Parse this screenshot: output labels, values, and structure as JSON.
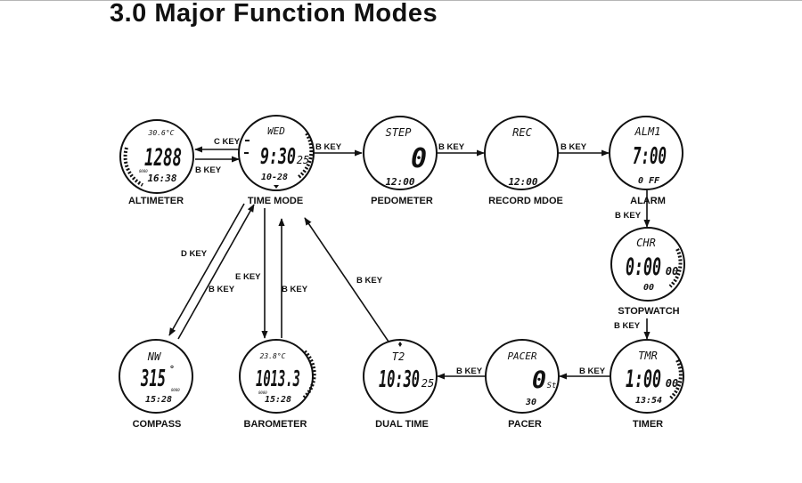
{
  "title": "3.0 Major Function Modes",
  "modes": {
    "altimeter": {
      "label": "ALTIMETER",
      "top": "30.6°C",
      "main": "1288",
      "bottom": "16:38",
      "tag": "0000"
    },
    "time_mode": {
      "label": "TIME MODE",
      "top": "WED",
      "main": "9:30",
      "sec": "25",
      "bottom": "10-28"
    },
    "pedometer": {
      "label": "PEDOMETER",
      "top": "STEP",
      "main": "0",
      "bottom": "12:00"
    },
    "record_mode": {
      "label": "RECORD MDOE",
      "top": "REC",
      "bottom": "12:00"
    },
    "alarm": {
      "label": "ALARM",
      "top": "ALM1",
      "main": "7:00",
      "bottom": "0 FF"
    },
    "stopwatch": {
      "label": "STOPWATCH",
      "top": "CHR",
      "main": "0:00",
      "sec": "00",
      "bottom": "00"
    },
    "timer": {
      "label": "TIMER",
      "top": "TMR",
      "main": "1:00",
      "sec": "00",
      "bottom": "13:54"
    },
    "pacer": {
      "label": "PACER",
      "top": "PACER",
      "main": "0",
      "unit": "St",
      "bottom": "30"
    },
    "dual_time": {
      "label": "DUAL TIME",
      "top": "T2",
      "main": "10:30",
      "sec": "25"
    },
    "barometer": {
      "label": "BAROMETER",
      "top": "23.8°C",
      "main": "1013.3",
      "bottom": "15:28",
      "tag": "0000"
    },
    "compass": {
      "label": "COMPASS",
      "top": "NW",
      "main": "315",
      "deg": "°",
      "bottom": "15:28",
      "tag": "0000"
    }
  },
  "keys": {
    "c_key": "C KEY",
    "b_key": "B KEY",
    "d_key": "D KEY",
    "e_key": "E KEY"
  }
}
